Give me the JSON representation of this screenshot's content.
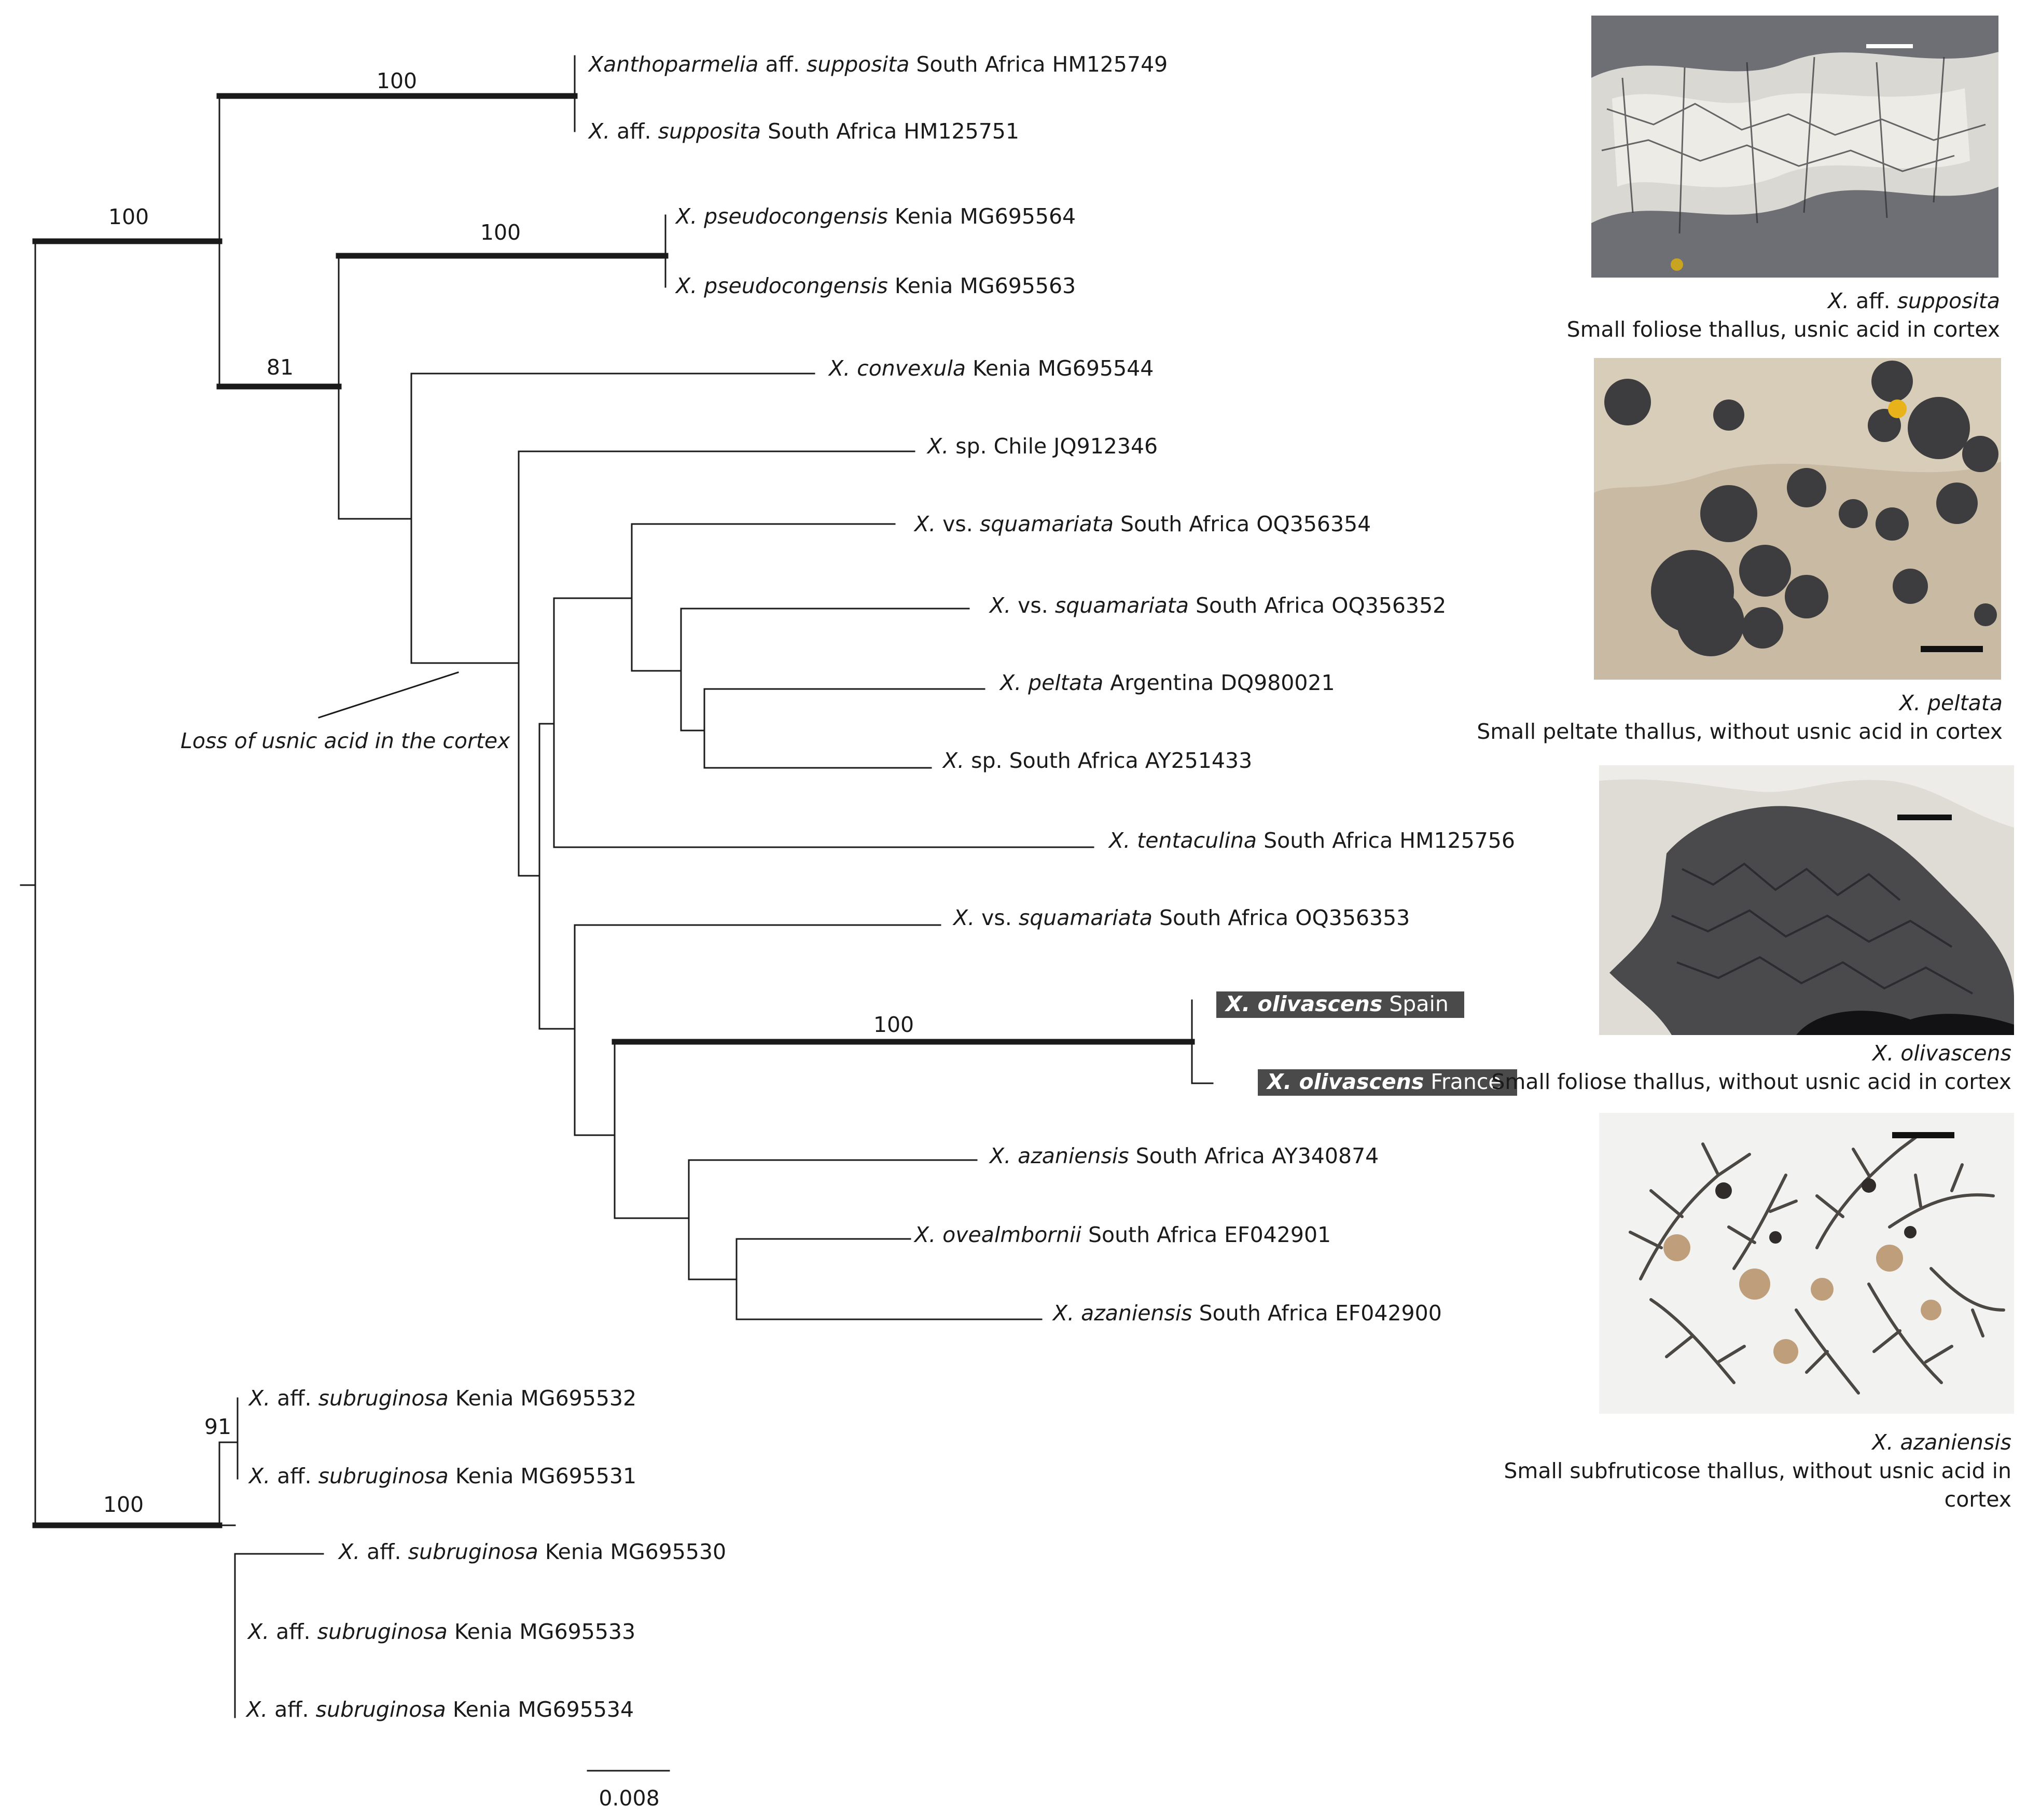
{
  "tips": [
    {
      "id": "t1",
      "pre": "",
      "ital": "Xanthoparmelia",
      "mid": " aff. ",
      "ital2": "supposita",
      "post": " South Africa HM125749"
    },
    {
      "id": "t2",
      "pre": "",
      "ital": "X.",
      "mid": " aff. ",
      "ital2": "supposita",
      "post": " South Africa HM125751"
    },
    {
      "id": "t3",
      "pre": "",
      "ital": "X. pseudocongensis",
      "mid": "",
      "ital2": "",
      "post": " Kenia MG695564"
    },
    {
      "id": "t4",
      "pre": "",
      "ital": "X. pseudocongensis",
      "mid": "",
      "ital2": "",
      "post": " Kenia MG695563"
    },
    {
      "id": "t5",
      "pre": "",
      "ital": "X. convexula",
      "mid": "",
      "ital2": "",
      "post": " Kenia MG695544"
    },
    {
      "id": "t6",
      "pre": "",
      "ital": "X.",
      "mid": " sp. Chile JQ912346",
      "ital2": "",
      "post": ""
    },
    {
      "id": "t7",
      "pre": "",
      "ital": "X.",
      "mid": " vs. ",
      "ital2": "squamariata",
      "post": " South Africa OQ356354"
    },
    {
      "id": "t8",
      "pre": "",
      "ital": "X.",
      "mid": " vs. ",
      "ital2": "squamariata",
      "post": " South Africa OQ356352"
    },
    {
      "id": "t9",
      "pre": "",
      "ital": "X. peltata",
      "mid": "",
      "ital2": "",
      "post": "  Argentina DQ980021"
    },
    {
      "id": "t10",
      "pre": "",
      "ital": "X.",
      "mid": " sp. South Africa AY251433",
      "ital2": "",
      "post": ""
    },
    {
      "id": "t11",
      "pre": "",
      "ital": "X. tentaculina",
      "mid": "",
      "ital2": "",
      "post": " South Africa HM125756"
    },
    {
      "id": "t12",
      "pre": "",
      "ital": "X.",
      "mid": " vs. ",
      "ital2": "squamariata",
      "post": " South Africa OQ356353"
    },
    {
      "id": "t13",
      "pre": "",
      "ital": "X. olivascens",
      "mid": "",
      "ital2": "",
      "post": " Spain",
      "highlight": true
    },
    {
      "id": "t14",
      "pre": "",
      "ital": "X. olivascens",
      "mid": "",
      "ital2": "",
      "post": " France",
      "highlight": true
    },
    {
      "id": "t15",
      "pre": "",
      "ital": "X. azaniensis",
      "mid": "",
      "ital2": "",
      "post": " South Africa AY340874"
    },
    {
      "id": "t16",
      "pre": "",
      "ital": "X. ovealmbornii",
      "mid": "",
      "ital2": "",
      "post": " South Africa EF042901"
    },
    {
      "id": "t17",
      "pre": "",
      "ital": "X. azaniensis",
      "mid": "",
      "ital2": "",
      "post": " South Africa EF042900"
    },
    {
      "id": "t18",
      "pre": "",
      "ital": "X.",
      "mid": " aff. ",
      "ital2": "subruginosa",
      "post": " Kenia MG695532"
    },
    {
      "id": "t19",
      "pre": "",
      "ital": "X.",
      "mid": " aff. ",
      "ital2": "subruginosa",
      "post": " Kenia MG695531"
    },
    {
      "id": "t20",
      "pre": "",
      "ital": "X.",
      "mid": " aff. ",
      "ital2": "subruginosa",
      "post": " Kenia MG695530"
    },
    {
      "id": "t21",
      "pre": "",
      "ital": "X.",
      "mid": " aff. ",
      "ital2": "subruginosa",
      "post": " Kenia MG695533"
    },
    {
      "id": "t22",
      "pre": "",
      "ital": "X.",
      "mid": " aff. ",
      "ital2": "subruginosa",
      "post": " Kenia MG695534"
    }
  ],
  "support_values": {
    "s1": "100",
    "s2": "100",
    "s3": "100",
    "s4": "81",
    "s5": "100",
    "s6": "91",
    "s7": "100"
  },
  "annotation": "Loss of usnic acid in the cortex",
  "scale_bar_label": "0.008",
  "panels": [
    {
      "species": "X.",
      "species_mid": " aff. ",
      "species_end": "supposita",
      "description": "Small foliose thallus, usnic acid in cortex"
    },
    {
      "species": "X. peltata",
      "species_mid": "",
      "species_end": "",
      "description": "Small peltate thallus, without usnic acid in cortex"
    },
    {
      "species": "X. olivascens",
      "species_mid": "",
      "species_end": "",
      "description": "Small foliose thallus, without usnic acid in cortex"
    },
    {
      "species": "X. azaniensis",
      "species_mid": "",
      "species_end": "",
      "description_line1": "Small subfruticose thallus, without usnic acid in",
      "description_line2": "cortex"
    }
  ]
}
